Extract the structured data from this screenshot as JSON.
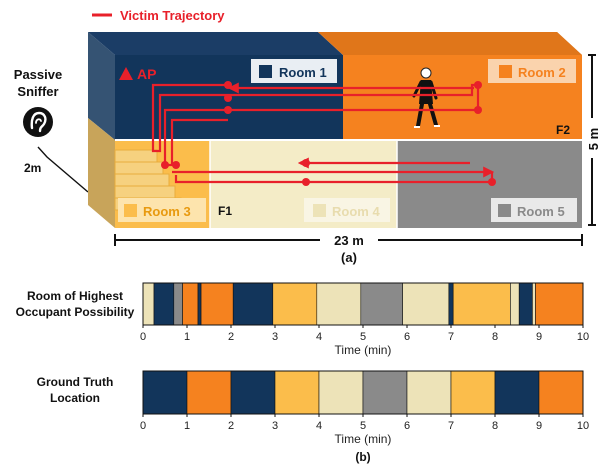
{
  "legend": {
    "trajectory_label": "Victim Trajectory",
    "trajectory_color": "#e8202a"
  },
  "sniffer": {
    "label_line1": "Passive",
    "label_line2": "Sniffer",
    "distance": "2m",
    "icon": "ear-icon"
  },
  "building": {
    "ap_label": "AP",
    "height_label": "5 m",
    "width_label": "23 m",
    "panel_label": "(a)",
    "floors": [
      {
        "name": "F2"
      },
      {
        "name": "F1"
      }
    ],
    "rooms": [
      {
        "id": 1,
        "label": "Room 1",
        "color": "#12355b"
      },
      {
        "id": 2,
        "label": "Room 2",
        "color": "#f5821f"
      },
      {
        "id": 3,
        "label": "Room 3",
        "color": "#fbbd4b"
      },
      {
        "id": 4,
        "label": "Room 4",
        "color": "#ede3b8"
      },
      {
        "id": 5,
        "label": "Room 5",
        "color": "#8a8a8a"
      }
    ]
  },
  "timeline": {
    "panel_label": "(b)",
    "colors": {
      "1": "#12355b",
      "2": "#f5821f",
      "3": "#fbbd4b",
      "4": "#ede3b8",
      "5": "#8a8a8a"
    },
    "x_ticks": [
      "0",
      "1",
      "2",
      "3",
      "4",
      "5",
      "6",
      "7",
      "8",
      "9",
      "10"
    ],
    "x_label": "Time (min)",
    "predicted": {
      "label_line1": "Room of Highest",
      "label_line2": "Occupant Possibility",
      "segments": [
        {
          "start": 0,
          "end": 0.25,
          "room": 4
        },
        {
          "start": 0.25,
          "end": 0.7,
          "room": 1
        },
        {
          "start": 0.7,
          "end": 0.9,
          "room": 5
        },
        {
          "start": 0.9,
          "end": 1.25,
          "room": 2
        },
        {
          "start": 1.25,
          "end": 1.32,
          "room": 1
        },
        {
          "start": 1.32,
          "end": 2.05,
          "room": 2
        },
        {
          "start": 2.05,
          "end": 2.95,
          "room": 1
        },
        {
          "start": 2.95,
          "end": 3.95,
          "room": 3
        },
        {
          "start": 3.95,
          "end": 4.95,
          "room": 4
        },
        {
          "start": 4.95,
          "end": 5.9,
          "room": 5
        },
        {
          "start": 5.9,
          "end": 6.95,
          "room": 4
        },
        {
          "start": 6.95,
          "end": 7.05,
          "room": 1
        },
        {
          "start": 7.05,
          "end": 8.35,
          "room": 3
        },
        {
          "start": 8.35,
          "end": 8.55,
          "room": 4
        },
        {
          "start": 8.55,
          "end": 8.85,
          "room": 1
        },
        {
          "start": 8.85,
          "end": 8.92,
          "room": 4
        },
        {
          "start": 8.92,
          "end": 10,
          "room": 2
        }
      ]
    },
    "truth": {
      "label_line1": "Ground Truth",
      "label_line2": "Location",
      "segments": [
        {
          "start": 0,
          "end": 1,
          "room": 1
        },
        {
          "start": 1,
          "end": 2,
          "room": 2
        },
        {
          "start": 2,
          "end": 3,
          "room": 1
        },
        {
          "start": 3,
          "end": 4,
          "room": 3
        },
        {
          "start": 4,
          "end": 5,
          "room": 4
        },
        {
          "start": 5,
          "end": 6,
          "room": 5
        },
        {
          "start": 6,
          "end": 7,
          "room": 4
        },
        {
          "start": 7,
          "end": 8,
          "room": 3
        },
        {
          "start": 8,
          "end": 9,
          "room": 1
        },
        {
          "start": 9,
          "end": 10,
          "room": 2
        }
      ]
    }
  }
}
